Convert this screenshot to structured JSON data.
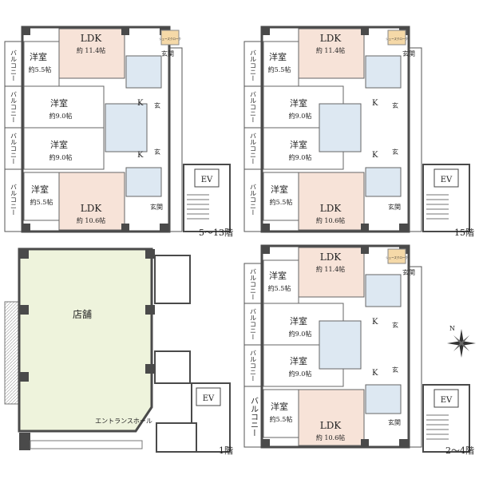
{
  "plans": {
    "floor_5_13": {
      "floor_label": "5～13階",
      "balcony": "バルコニー",
      "rooms": {
        "ldk_top": "LDK",
        "ldk_top_size": "約 11.4帖",
        "bed_a": "洋室",
        "bed_a_size": "約5.5帖",
        "bed_b": "洋室",
        "bed_b_size": "約9.0帖",
        "bed_c": "洋室",
        "bed_c_size": "約9.0帖",
        "bed_d": "洋室",
        "bed_d_size": "約5.5帖",
        "ldk_bottom": "LDK",
        "ldk_bottom_size": "約 10.6帖",
        "kitchen_1": "K",
        "kitchen_2": "K",
        "entrance_1": "玄関",
        "entrance_2": "玄",
        "entrance_3": "玄",
        "entrance_4": "玄関",
        "closet": "シューズクローク",
        "ev": "EV"
      }
    },
    "floor_15": {
      "floor_label": "15階",
      "balcony": "バルコニー",
      "rooms": {
        "ldk_top": "LDK",
        "ldk_top_size": "約 11.4帖",
        "bed_a": "洋室",
        "bed_a_size": "約5.5帖",
        "bed_b": "洋室",
        "bed_b_size": "約9.0帖",
        "bed_c": "洋室",
        "bed_c_size": "約9.0帖",
        "bed_d": "洋室",
        "bed_d_size": "約5.5帖",
        "ldk_bottom": "LDK",
        "ldk_bottom_size": "約 10.6帖",
        "kitchen_1": "K",
        "kitchen_2": "K",
        "entrance_1": "玄関",
        "entrance_2": "玄",
        "entrance_3": "玄",
        "entrance_4": "玄関",
        "closet": "シューズクローク",
        "ev": "EV"
      }
    },
    "floor_1": {
      "floor_label": "1階",
      "shop": "店舗",
      "entrance_hall": "エントランスホール",
      "ev": "EV"
    },
    "floor_2_4": {
      "floor_label": "2～4階",
      "balcony": "バルコニー",
      "rooms": {
        "ldk_top": "LDK",
        "ldk_top_size": "約 11.4帖",
        "bed_a": "洋室",
        "bed_a_size": "約5.5帖",
        "bed_b": "洋室",
        "bed_b_size": "約9.0帖",
        "bed_c": "洋室",
        "bed_c_size": "約9.0帖",
        "bed_d": "洋室",
        "bed_d_size": "約5.5帖",
        "ldk_bottom": "LDK",
        "ldk_bottom_size": "約 10.6帖",
        "kitchen_1": "K",
        "kitchen_2": "K",
        "entrance_1": "玄関",
        "entrance_2": "玄",
        "entrance_3": "玄",
        "entrance_4": "玄関",
        "closet": "シューズクローク",
        "ev": "EV"
      }
    }
  },
  "compass": {
    "north": "N"
  },
  "colors": {
    "ldk_fill": "#f7e3d8",
    "shop_fill": "#eef3dc",
    "wall": "#4a4a4a",
    "wet_area": "#dde8f2"
  }
}
